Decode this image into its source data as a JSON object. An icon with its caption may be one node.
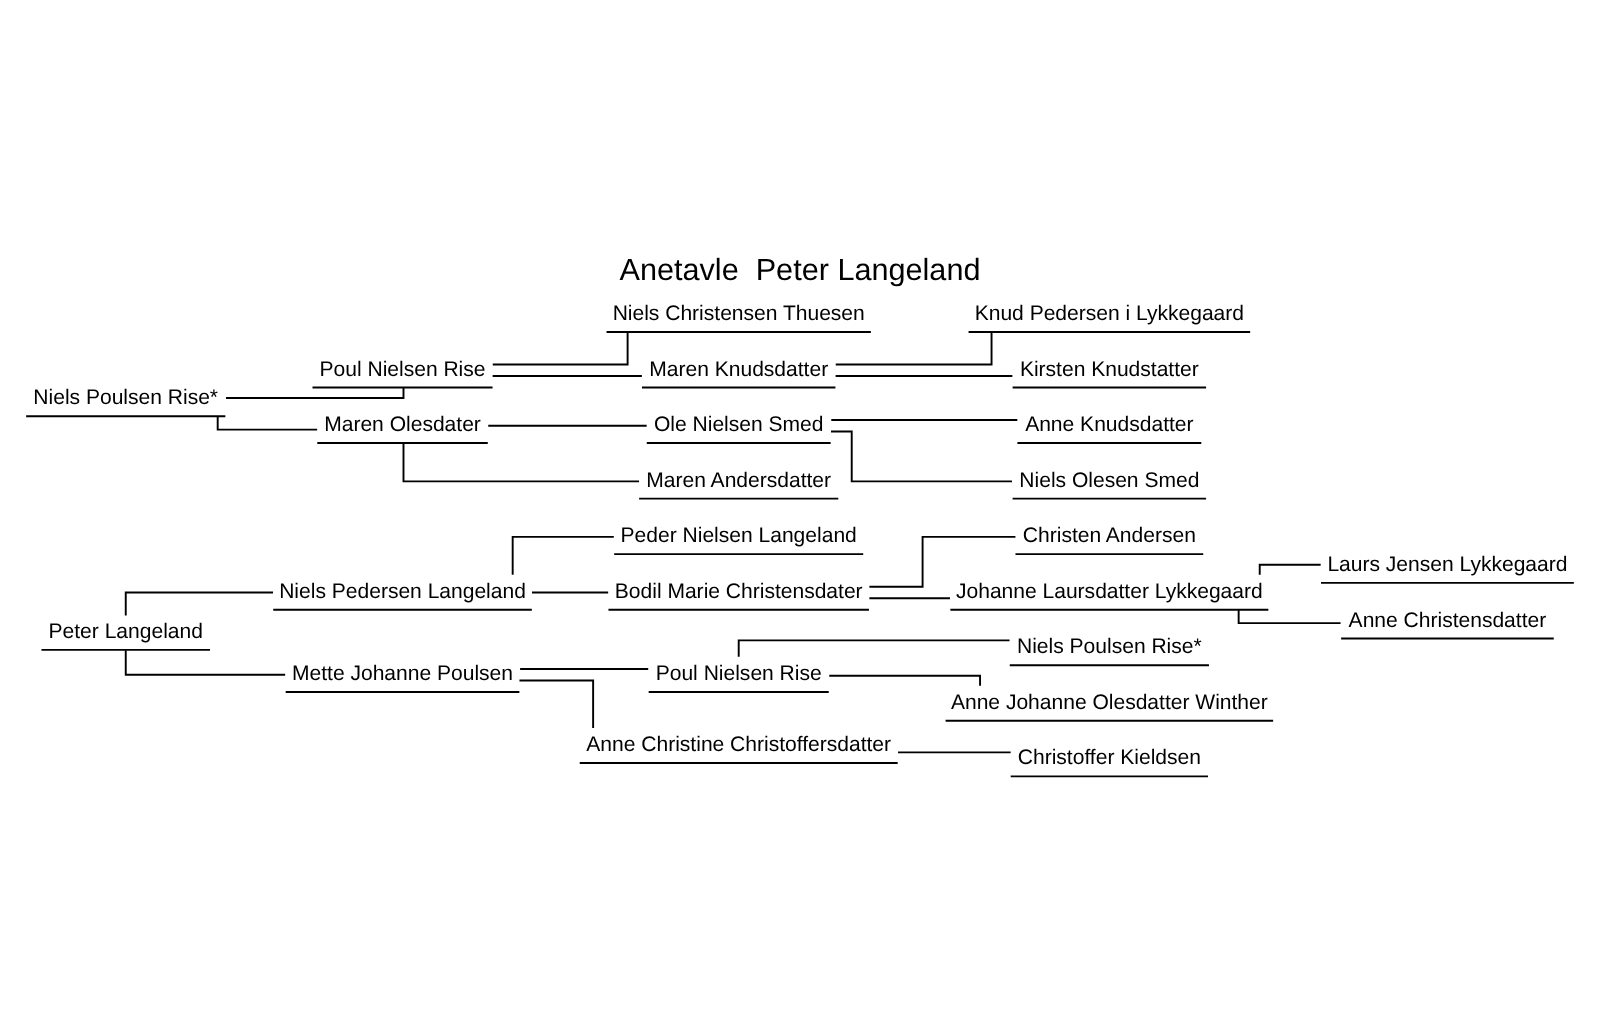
{
  "diagram": {
    "title": "Anetavle  Peter Langeland",
    "nodes": [
      {
        "text": [
          "Peter Langeland"
        ]
      },
      {
        "text": [
          "Niels Pedersen Langeland"
        ]
      },
      {
        "text": [
          "Peder Nielsen Langeland"
        ]
      },
      {
        "text": [
          "Bodil Marie Christensdater"
        ]
      },
      {
        "text": [
          "Christen Andersen"
        ]
      },
      {
        "text": [
          "Johanne Laursdatter Lykkegaard"
        ]
      },
      {
        "text": [
          "Laurs Jensen Lykkegaard"
        ]
      },
      {
        "text": [
          "Anne Christensdatter"
        ]
      },
      {
        "text": [
          "Mette Johanne Poulsen"
        ]
      },
      {
        "text": [
          "Poul Nielsen Rise"
        ]
      },
      {
        "text": [
          "Niels Poulsen Rise*"
        ]
      },
      {
        "text": [
          "Anne Johanne Olesdatter Winther"
        ]
      },
      {
        "text": [
          "Anne Christine Christoffersdatter"
        ]
      },
      {
        "text": [
          "Christoffer Kieldsen"
        ]
      },
      {
        "text": [
          "Niels Poulsen Rise*"
        ]
      },
      {
        "text": [
          "Poul Nielsen Rise"
        ]
      },
      {
        "text": [
          "Niels Christensen Thuesen"
        ]
      },
      {
        "text": [
          "Maren Knudsdatter"
        ]
      },
      {
        "text": [
          "Knud Pedersen i Lykkegaard"
        ]
      },
      {
        "text": [
          "Kirsten Knudstatter"
        ]
      },
      {
        "text": [
          "Anne Knudsdatter"
        ]
      },
      {
        "text": [
          "Maren Olesdater"
        ]
      },
      {
        "text": [
          "Ole Nielsen Smed"
        ]
      },
      {
        "text": [
          "Niels Olesen Smed"
        ]
      },
      {
        "text": [
          "Maren Andersdatter"
        ]
      }
    ],
    "edges": [
      {
        "from": 0,
        "to": 1,
        "arrow": "none"
      },
      {
        "from": 0,
        "to": 8,
        "arrow": "none"
      },
      {
        "from": 1,
        "to": 2,
        "arrow": "none"
      },
      {
        "from": 1,
        "to": 3,
        "arrow": "none"
      },
      {
        "from": 3,
        "to": 4,
        "arrow": "none"
      },
      {
        "from": 3,
        "to": 5,
        "arrow": "none"
      },
      {
        "from": 5,
        "to": 6,
        "arrow": "none"
      },
      {
        "from": 5,
        "to": 7,
        "arrow": "none"
      },
      {
        "from": 8,
        "to": 9,
        "arrow": "none"
      },
      {
        "from": 8,
        "to": 12,
        "arrow": "none"
      },
      {
        "from": 9,
        "to": 10,
        "arrow": "none"
      },
      {
        "from": 9,
        "to": 11,
        "arrow": "none"
      },
      {
        "from": 12,
        "to": 13,
        "arrow": "none"
      },
      {
        "from": 14,
        "to": 15,
        "arrow": "none"
      },
      {
        "from": 14,
        "to": 21,
        "arrow": "none"
      },
      {
        "from": 15,
        "to": 16,
        "arrow": "none"
      },
      {
        "from": 15,
        "to": 17,
        "arrow": "none"
      },
      {
        "from": 17,
        "to": 18,
        "arrow": "none"
      },
      {
        "from": 17,
        "to": 19,
        "arrow": "none"
      },
      {
        "from": 21,
        "to": 22,
        "arrow": "none"
      },
      {
        "from": 21,
        "to": 24,
        "arrow": "none"
      },
      {
        "from": 22,
        "to": 20,
        "arrow": "none"
      },
      {
        "from": 22,
        "to": 23,
        "arrow": "none"
      }
    ]
  }
}
